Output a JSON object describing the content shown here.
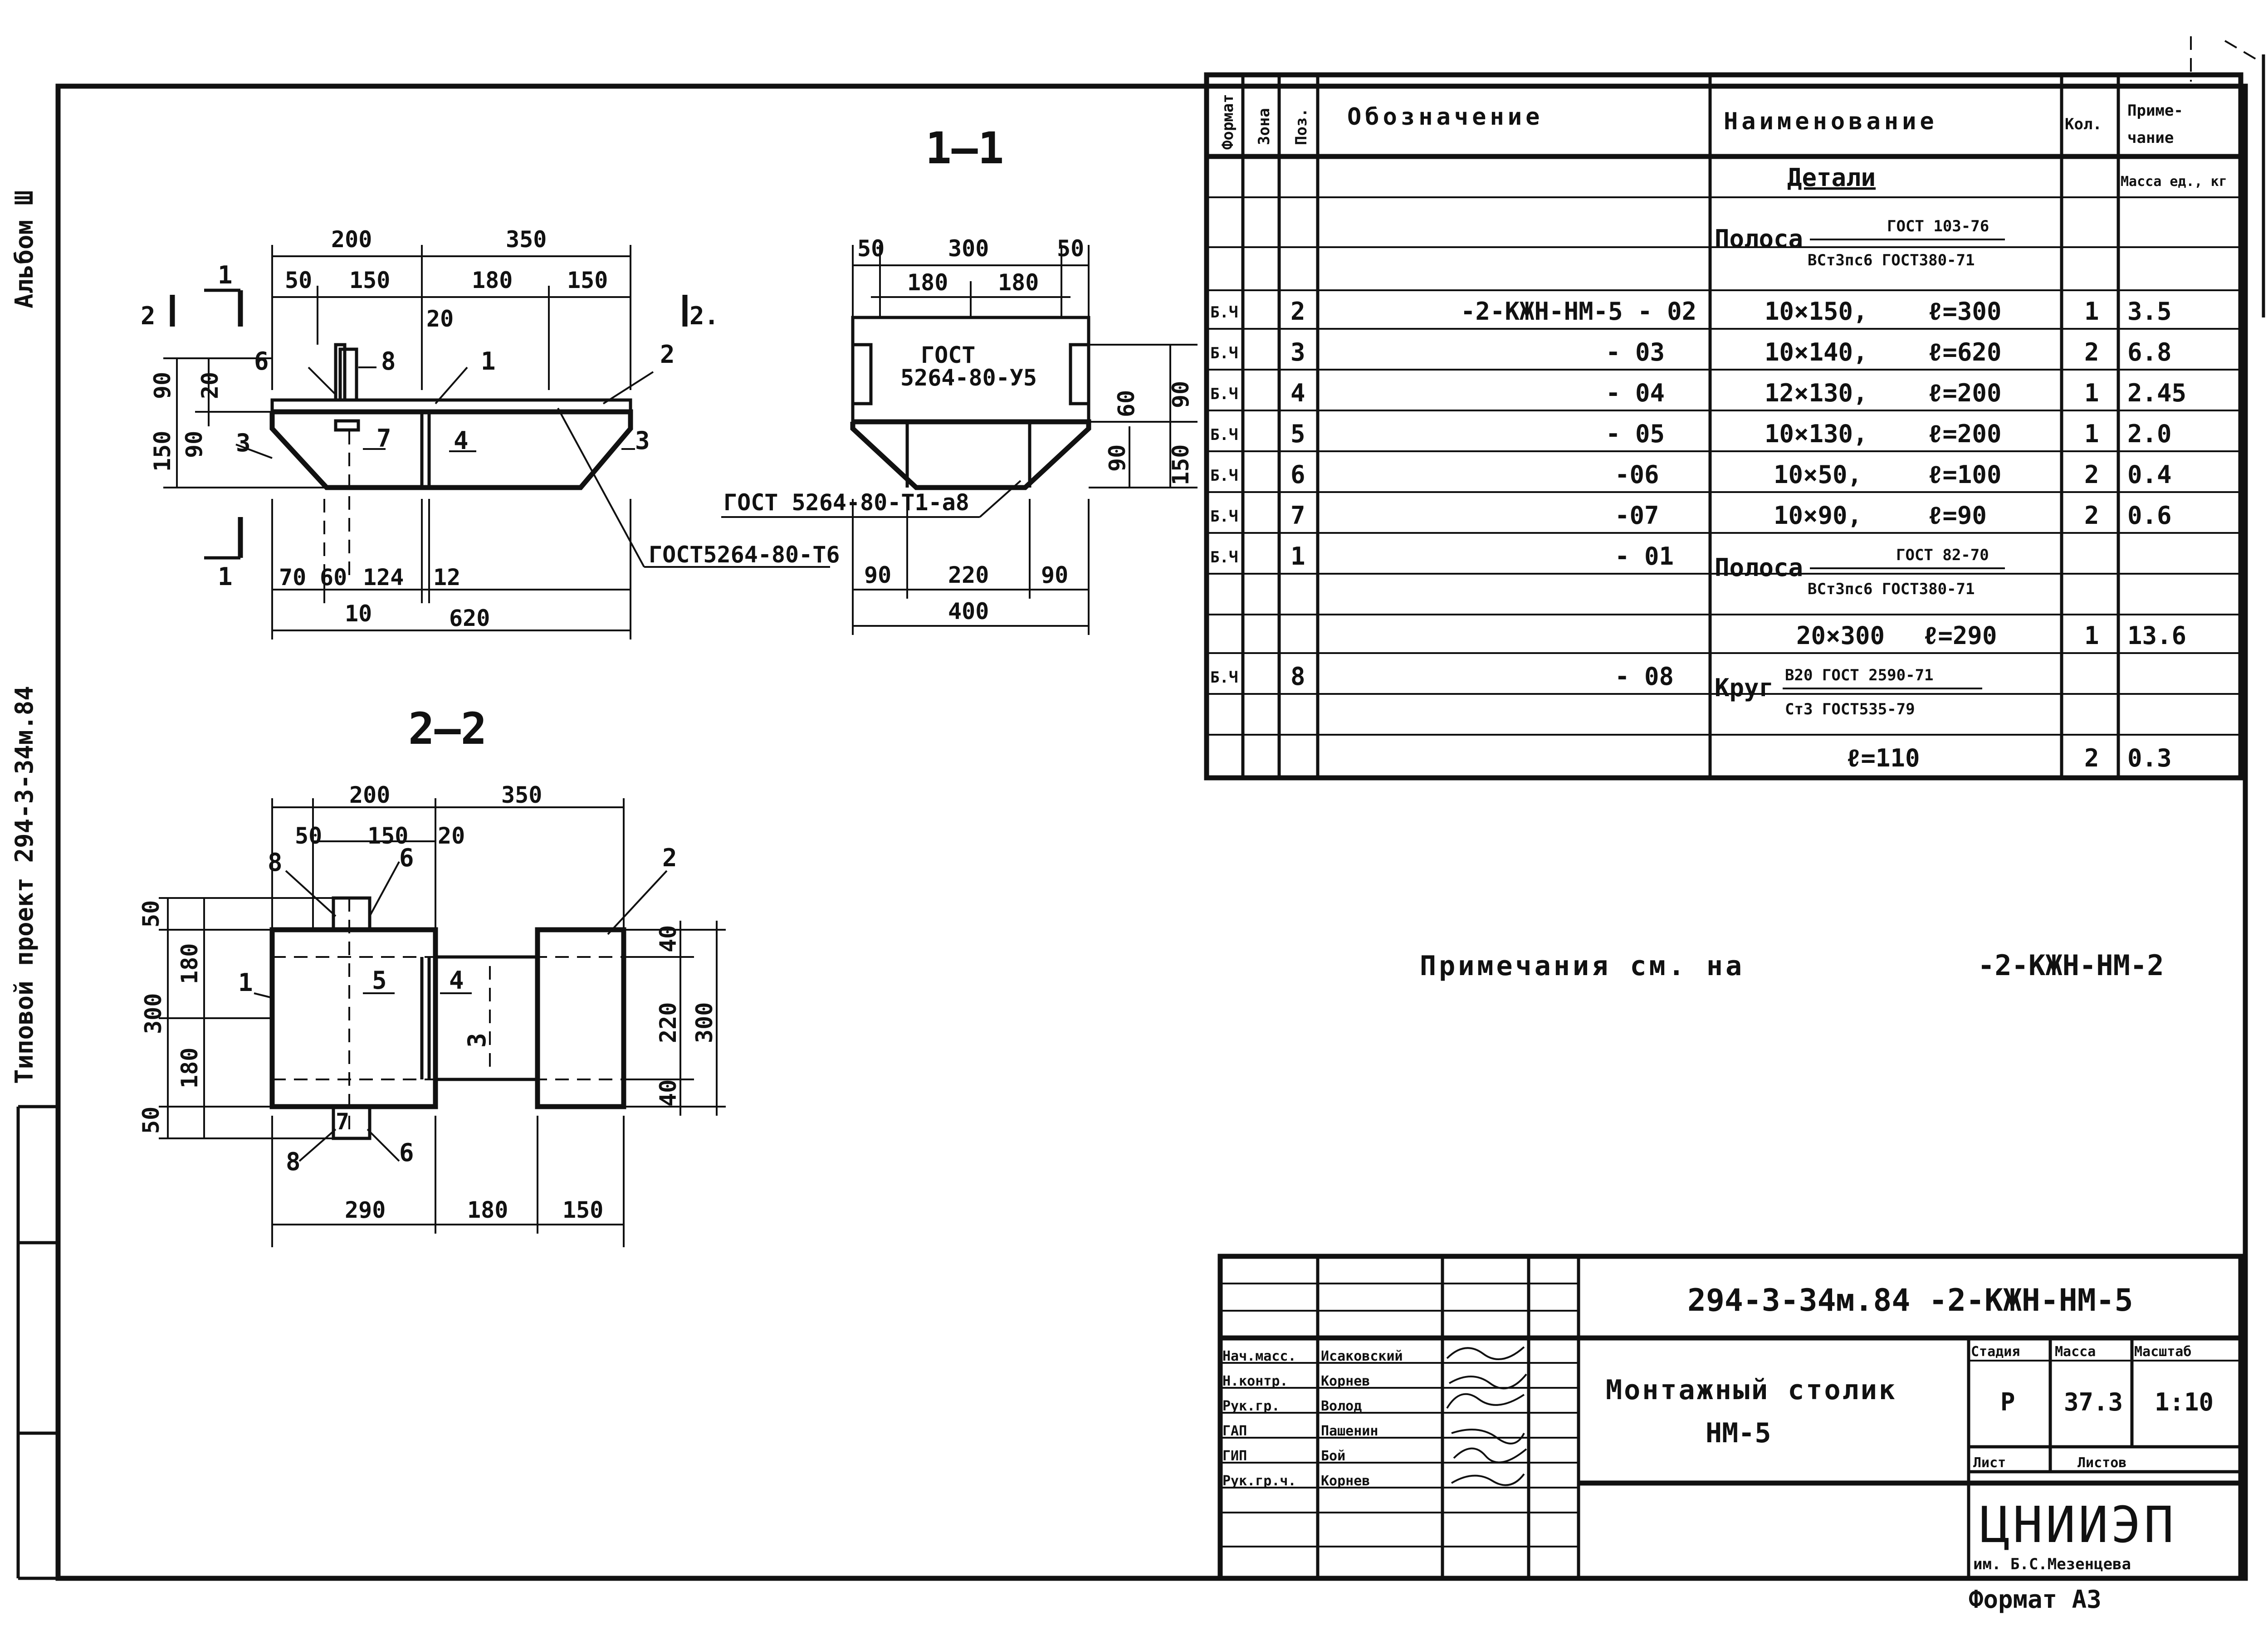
{
  "margin": {
    "album": "Альбом Ш",
    "project": "Типовой проект 294-3-34м.84"
  },
  "sections": {
    "s11_title": "1—1",
    "s22_title": "2—2"
  },
  "view1": {
    "dims": [
      "200",
      "350",
      "50",
      "150",
      "180",
      "150",
      "20",
      "90",
      "20",
      "90",
      "150",
      "70",
      "60",
      "124",
      "12",
      "10",
      "620"
    ],
    "pos": [
      "6",
      "8",
      "1",
      "2",
      "3",
      "7",
      "4",
      "3"
    ],
    "cuts": [
      "1",
      "1",
      "2",
      "2"
    ],
    "weld": "ГОСТ5264-80-Т6"
  },
  "view2": {
    "dims": [
      "50",
      "300",
      "50",
      "180",
      "180",
      "90",
      "220",
      "90",
      "400",
      "60",
      "90",
      "150",
      "90"
    ],
    "gost": "ГОСТ",
    "gost2": "5264-80-У5",
    "weld": "ГОСТ 5264-80-Т1-а8"
  },
  "view3": {
    "dims": [
      "200",
      "350",
      "50",
      "150",
      "20",
      "50",
      "180",
      "300",
      "180",
      "50",
      "40",
      "220",
      "300",
      "40",
      "290",
      "180",
      "150"
    ],
    "pos": [
      "8",
      "6",
      "2",
      "1",
      "5",
      "4",
      "3",
      "8",
      "6",
      "7"
    ]
  },
  "spec": {
    "headers": {
      "format": "Формат",
      "zone": "Зона",
      "pos": "Поз.",
      "designation": "Обозначение",
      "name": "Наименование",
      "qty": "Кол.",
      "note1": "Приме-",
      "note2": "чание",
      "mass": "Масса ед., кг"
    },
    "section_title": "Детали",
    "group1_mat": "Полоса",
    "group1_num": "ГОСТ 103-76",
    "group1_den": "ВСт3пс6 ГОСТ380-71",
    "group2_mat": "Полоса",
    "group2_num": "ГОСТ 82-70",
    "group2_den": "ВСт3пс6 ГОСТ380-71",
    "group3_mat": "Круг",
    "group3_num": "В20 ГОСТ 2590-71",
    "group3_den": "Ст3 ГОСТ535-79",
    "rows": [
      {
        "fmt": "Б.Ч.",
        "pos": "2",
        "des": "-2-КЖН-НМ-5 - 02",
        "dim": "10×150,",
        "len": "ℓ=300",
        "qty": "1",
        "mass": "3.5"
      },
      {
        "fmt": "Б.Ч.",
        "pos": "3",
        "des": "- 03",
        "dim": "10×140,",
        "len": "ℓ=620",
        "qty": "2",
        "mass": "6.8"
      },
      {
        "fmt": "Б.Ч.",
        "pos": "4",
        "des": "- 04",
        "dim": "12×130,",
        "len": "ℓ=200",
        "qty": "1",
        "mass": "2.45"
      },
      {
        "fmt": "Б.Ч.",
        "pos": "5",
        "des": "- 05",
        "dim": "10×130,",
        "len": "ℓ=200",
        "qty": "1",
        "mass": "2.0"
      },
      {
        "fmt": "Б.Ч.",
        "pos": "6",
        "des": "-06",
        "dim": "10×50,",
        "len": "ℓ=100",
        "qty": "2",
        "mass": "0.4"
      },
      {
        "fmt": "Б.Ч.",
        "pos": "7",
        "des": "-07",
        "dim": "10×90,",
        "len": "ℓ=90",
        "qty": "2",
        "mass": "0.6"
      }
    ],
    "row8": {
      "fmt": "Б.Ч.",
      "pos": "1",
      "des": "- 01"
    },
    "row9": {
      "dim": "20×300",
      "len": "ℓ=290",
      "qty": "1",
      "mass": "13.6"
    },
    "row10": {
      "fmt": "Б.Ч.",
      "pos": "8",
      "des": "- 08"
    },
    "row11": {
      "len": "ℓ=110",
      "qty": "2",
      "mass": "0.3"
    }
  },
  "notes": {
    "text": "Примечания см. на",
    "ref": "-2-КЖН-НМ-2"
  },
  "titleblock": {
    "code": "294-3-34м.84 -2-КЖН-НМ-5",
    "title1": "Монтажный столик",
    "title2": "НМ-5",
    "stage_h": "Стадия",
    "mass_h": "Масса",
    "scale_h": "Масштаб",
    "stage": "Р",
    "mass": "37.3",
    "scale": "1:10",
    "sheet_h": "Лист",
    "sheets_h": "Листов",
    "org": "ЦНИИЭП",
    "org_sub": "им. Б.С.Мезенцева",
    "roles": [
      "Нач.масс.",
      "Н.контр.",
      "Рук.гр.",
      "ГАП",
      "ГИП",
      "Рук.гр.ч."
    ],
    "names": [
      "Исаковский",
      "Корнев",
      "Волод",
      "Пашенин",
      "Бой",
      "Корнев"
    ]
  },
  "footer": {
    "format": "Формат А3"
  }
}
